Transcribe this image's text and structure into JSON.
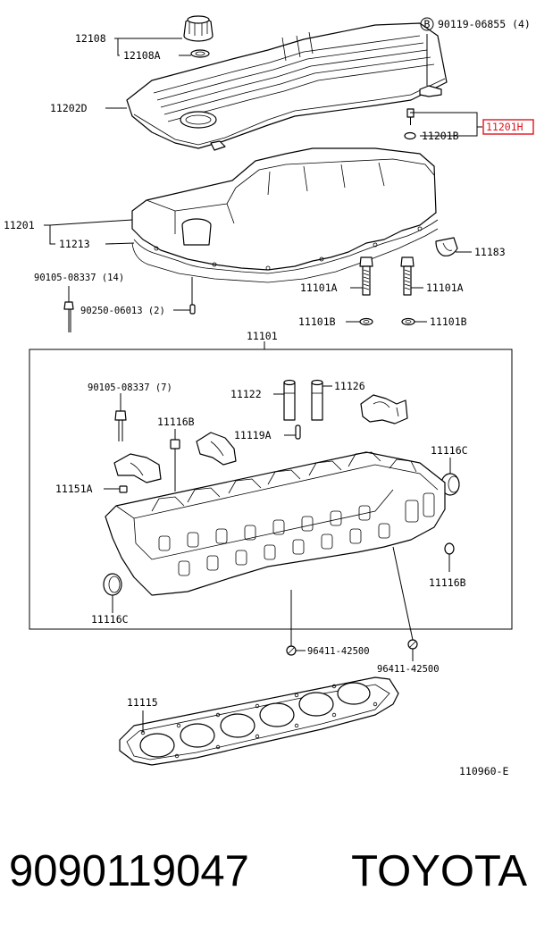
{
  "labels": {
    "p12108": "12108",
    "p12108A": "12108A",
    "p90119": "90119-06855 (4)",
    "circle_b": "B",
    "p11202D": "11202D",
    "p11201H": "11201H",
    "p11201B": "11201B",
    "p11201": "11201",
    "p11213": "11213",
    "p11183": "11183",
    "p90105a": "90105-08337 (14)",
    "p90250": "90250-06013 (2)",
    "p11101A_l": "11101A",
    "p11101A_r": "11101A",
    "p11101B_l": "11101B",
    "p11101B_r": "11101B",
    "p11101": "11101",
    "p90105b": "90105-08337 (7)",
    "p11122": "11122",
    "p11126": "11126",
    "p11116B_top": "11116B",
    "p11119A": "11119A",
    "p11116C_r": "11116C",
    "p11151A": "11151A",
    "p11116B_r": "11116B",
    "p11116C_l": "11116C",
    "p96411a": "96411-42500",
    "p96411b": "96411-42500",
    "p11115": "11115",
    "ref": "110960-E"
  },
  "footer": {
    "part_number": "9090119047",
    "brand": "TOYOTA"
  },
  "colors": {
    "highlight": "#e0141e",
    "line": "#000000"
  }
}
